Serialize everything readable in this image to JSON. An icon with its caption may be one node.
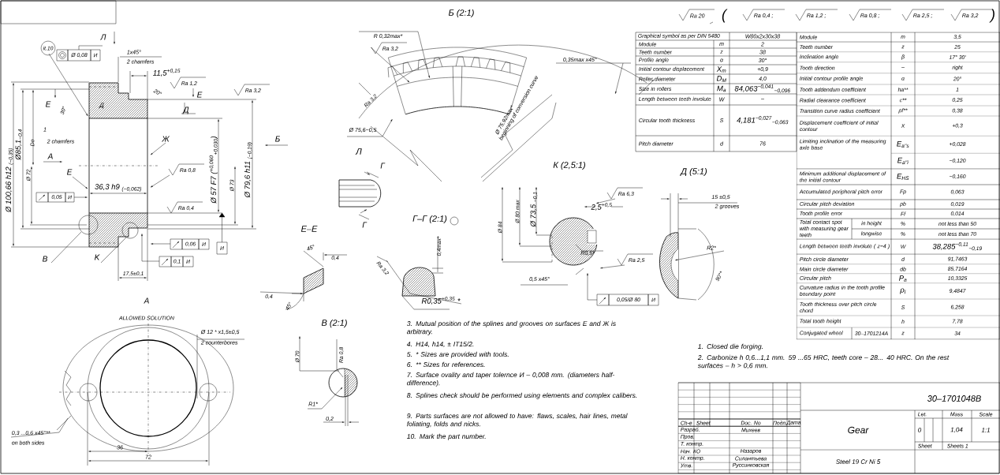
{
  "diagram": {
    "labels": [
      "it.10",
      "Ø 0,08",
      "И",
      "1x45°",
      "2 chamfers",
      "11,5$^{+0,15}$",
      "Ra 1,2",
      "Ra 3,2",
      "Л",
      "E",
      "Д",
      "20°",
      "E",
      "30°",
      "Д",
      "1",
      "2 chamfers",
      "Ж",
      "Б",
      "A",
      "E",
      "Ra 0,8",
      "36,3 h9 $_{(−0,062)}$",
      "0,05",
      "И",
      "Ra 0,4",
      "Ø 100,66 h12 $_{(−0,35)}$",
      "Ø85,1$_{−0,4}$",
      "Do",
      "Ø 72",
      "Ø 57 F7 ($^{+0,060}$$_{+0,030}$)",
      "Ø 73",
      "Ø 79,6 h11 $_{(−0,19)}$",
      "0,06",
      "И",
      "И",
      "0,1",
      "И",
      "B",
      "K",
      "17,5±0,1",
      "A",
      "ALLOWED SOLUTION",
      "Ø 12 * x1,5±0,5",
      "2 counterbores",
      "0,3 ...0,6 x45°**",
      "on both sides",
      "36",
      "72",
      "E–E",
      "45°",
      "0,4",
      "0,4",
      "45°",
      "Б (2:1)",
      "R 0,32max*",
      "Ra 3,2",
      "0,35max x45°",
      "Ra 3,2",
      "Ø 75,6−0,5",
      "Ø 75,92max*",
      "beginning of conversion curve",
      "Л",
      "Г",
      "Г",
      "Г–Г (2:1)",
      "0,4max*",
      "Ra 3,2",
      "R0,35$^{+0,35}$ *",
      "К (2,5:1)",
      "Ø 84",
      "Ø 80 max",
      "Ø 73,5 $_{−0,1}$",
      "Ra 6,3",
      "2,5$^{+0,5}$",
      "R0,5*",
      "Ra 2,5",
      "0,5 x45°",
      "0,05/Ø 80",
      "И",
      "Д (5:1)",
      "15 ±0,5",
      "2 grooves",
      "R2*",
      "90°*",
      "B (2:1)",
      "Ø 70",
      "Ra 0,8",
      "R1*",
      "0,2",
      "Ra 20",
      "(",
      "Ra 0,4 ;",
      "Ra 1,2 ;",
      "Ra 0,8 ;",
      "Ra 2,5 ;",
      "Ra 3,2",
      ")",
      "3. Mutual position of the splines and grooves on surfaces E and Ж is arbitrary.",
      "4. H14, h14, ± IT15/2.",
      "5. * Sizes are provided with tools.",
      "6. ** Sizes for references.",
      "7. Surface ovality and taper tolernce И – 0,008 mm. (diameters half-difference).",
      "8. Splines check should be performed using elements and complex calibers.",
      "9. Parts surfaces are not allowed to have: flaws, scales, hair lines, metal foliating, folds and nicks.",
      "10. Mark the part number.",
      "1. Closed die forging.",
      "2. Carbonize h 0,6...1,1 mm. 59 ...65 HRC, teeth core – 28... 40 HRC. On the rest surfaces – h > 0,6 mm.",
      "Graphical symbol as per DIN 5480",
      "W80x2x30x38",
      "Module",
      "m",
      "2",
      "Teeth number",
      "z",
      "38",
      "Profile angle",
      "α",
      "30°",
      "Initial contour displacement",
      "X$_{m}$",
      "+0,9",
      "Roller diameter",
      "D$_{M}$",
      "4,0",
      "Size in rollers",
      "M$_{a}$",
      "84,063$^{−0,041}$$_{−0,096}$",
      "Length between teeth involute",
      "W",
      "–",
      "Circular tooth thickness",
      "S",
      "4,181$^{−0,027}$$_{−0,063}$",
      "Pitch diameter",
      "d",
      "76",
      "Module",
      "m",
      "3,5",
      "Teeth number",
      "z",
      "25",
      "Inclination angle",
      "β",
      "17° 30′",
      "Tooth direction",
      "–",
      "right",
      "Initial contour profile angle",
      "α",
      "20°",
      "Tooth addendum coefficient",
      "ha**",
      "1",
      "Radial clearance coefficient",
      "c**",
      "0,25",
      "Transition curve radius coefficient",
      "ρf**",
      "0,38",
      "Displacement coefficient of initial contour",
      "X",
      "+0,3",
      "Limiting inclination of the measuring axle base",
      "E$_{a''s}$",
      "+0,028",
      "E$_{a''i}$",
      "−0,120",
      "Minimum additional displacement of the initial contour",
      "E$_{HS}$",
      "−0,160",
      "Accumulated peripheral pitch error",
      "Fp",
      "0,063",
      "Circular pitch deviation",
      "pb",
      "0,019",
      "Tooth profile error",
      "Ff",
      "0,014",
      "Total contact spot with measuring gear teeth",
      "in height",
      "%",
      "not less than 50",
      "longwise",
      "%",
      "not less than 70",
      "Length between teeth involute ( z=4 )",
      "W",
      "38,285$^{−0,11}$$_{−0,19}$",
      "Pitch circle diameter",
      "d",
      "91,7463",
      "Main circle diameter",
      "db",
      "85,7164",
      "Circular pitch",
      "P$_{a}$",
      "10,3325",
      "Curvature radius in the tooth profile boundary point",
      "ρ$_{l}$",
      "9,4847",
      "Tooth thickness over pitch circle chord",
      "S",
      "6,258",
      "Total tooth height",
      "h",
      "7,78",
      "Conjugated wheel",
      "30–1701214A",
      "z",
      "34",
      "30–1701048B",
      "Ch-e",
      "Sheet",
      "Doc. No",
      "Подп.",
      "Дата",
      "Gear",
      "Let.",
      "Mass",
      "Scale",
      "Разраб.",
      "Михеев",
      "0",
      "1,04",
      "1:1",
      "Пров.",
      "Т. контр.",
      "Sheet",
      "Sheets 1",
      "Нач. КО",
      "Назаров",
      "Steel 19 Cr Ni 5",
      "Н. контр.",
      "Силантьева",
      "Утв.",
      "Руссинковская"
    ]
  }
}
